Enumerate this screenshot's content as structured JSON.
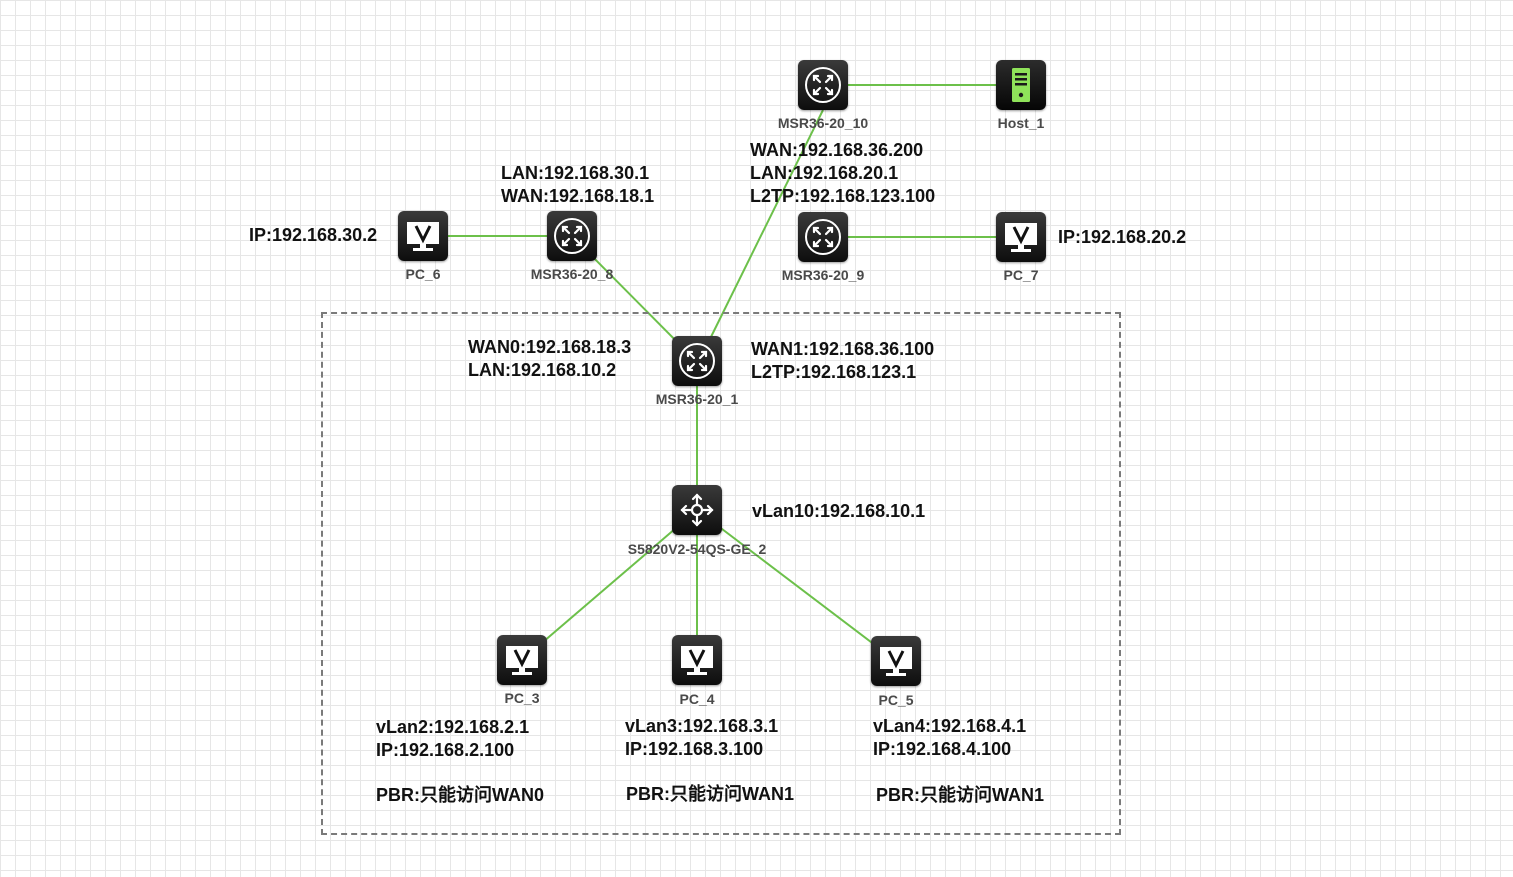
{
  "devices": {
    "msr10": "MSR36-20_10",
    "host1": "Host_1",
    "msr8": "MSR36-20_8",
    "msr9": "MSR36-20_9",
    "pc6": "PC_6",
    "pc7": "PC_7",
    "msr1": "MSR36-20_1",
    "switch": "S5820V2-54QS-GE_2",
    "pc3": "PC_3",
    "pc4": "PC_4",
    "pc5": "PC_5"
  },
  "annotations": {
    "msr10_wan": "WAN:192.168.36.200",
    "msr10_lan": "LAN:192.168.20.1",
    "msr10_l2tp": "L2TP:192.168.123.100",
    "msr8_lan": "LAN:192.168.30.1",
    "msr8_wan": "WAN:192.168.18.1",
    "pc6_ip": "IP:192.168.30.2",
    "pc7_ip": "IP:192.168.20.2",
    "msr1_wan0": "WAN0:192.168.18.3",
    "msr1_lan": "LAN:192.168.10.2",
    "msr1_wan1": "WAN1:192.168.36.100",
    "msr1_l2tp": "L2TP:192.168.123.1",
    "switch_vlan": "vLan10:192.168.10.1",
    "pc3_vlan": "vLan2:192.168.2.1",
    "pc3_ip": "IP:192.168.2.100",
    "pc3_pbr": "PBR:只能访问WAN0",
    "pc4_vlan": "vLan3:192.168.3.1",
    "pc4_ip": "IP:192.168.3.100",
    "pc4_pbr": "PBR:只能访问WAN1",
    "pc5_vlan": "vLan4:192.168.4.1",
    "pc5_ip": "IP:192.168.4.100",
    "pc5_pbr": "PBR:只能访问WAN1"
  },
  "colors": {
    "link": "#6cc04a",
    "host_accent": "#8fe35a",
    "group_border": "#7a7a7a"
  },
  "icons": {
    "router": "router-icon",
    "switch": "layer3-switch-icon",
    "pc": "pc-monitor-icon",
    "host": "server-host-icon"
  }
}
